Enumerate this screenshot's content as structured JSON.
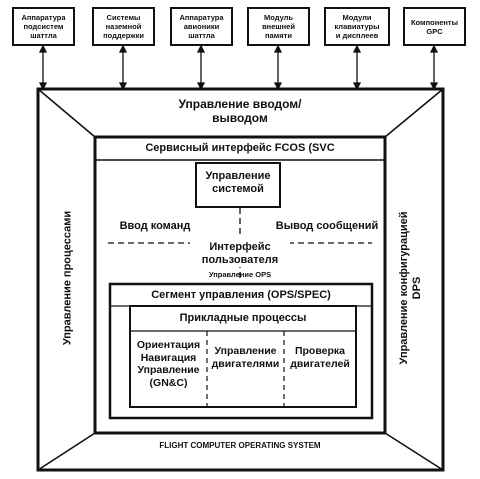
{
  "top_modules": [
    "Аппаратура\nподсистем\nшаттла",
    "Системы\nназемной\nподдержки",
    "Аппаратура\nавионики\nшаттла",
    "Модуль\nвнешней\nпамяти",
    "Модули\nклавиатуры\nи дисплеев",
    "Компоненты\nGPC"
  ],
  "outer": {
    "io_label": "Управление вводом/\nвыводом",
    "process_label": "Управление процессами",
    "config_label": "Управление конфигурацией\nDPS",
    "footer": "FLIGHT COMPUTER OPERATING SYSTEM"
  },
  "service": {
    "title": "Сервисный интерфейс FCOS (SVC",
    "system_mgmt": "Управление\nсистемой",
    "cmd_input": "Ввод команд",
    "msg_output": "Вывод сообщений",
    "user_interface": "Интерфейс\nпользователя",
    "ops_mgmt": "Управление OPS"
  },
  "segment": {
    "title": "Сегмент управления (OPS/SPEC)",
    "app_processes": "Прикладные процессы",
    "gnc": "Ориентация\nНавигация\nУправление\n(GN&C)",
    "engine_control": "Управление\nдвигателями",
    "engine_check": "Проверка\nдвигателей"
  }
}
